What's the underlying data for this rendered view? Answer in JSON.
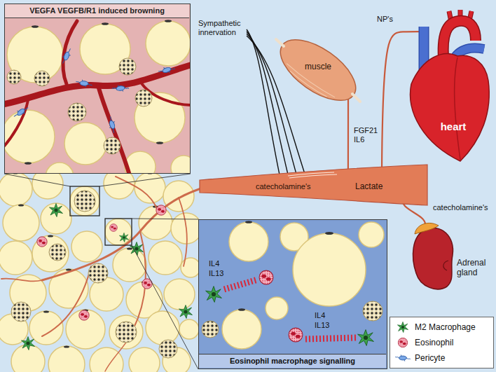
{
  "diagram": {
    "nodes": [
      {
        "text": [
          "VEGFA VEGFB/R1 induced browning"
        ]
      },
      {
        "text": [
          "muscle"
        ]
      },
      {
        "text": [
          "heart"
        ]
      },
      {
        "text": [
          "catecholamine's",
          "Lactate"
        ]
      },
      {
        "text": [
          "Adrenal gland"
        ]
      },
      {
        "text": [
          "Eosinophil macrophage signalling"
        ]
      }
    ],
    "edges": [
      {
        "from": 1,
        "to": 3,
        "label": "FGF21 IL6",
        "arrow": "none"
      },
      {
        "from": 2,
        "to": 3,
        "label": "NP's",
        "arrow": "none"
      },
      {
        "from": 4,
        "to": 3,
        "label": "catecholamine's",
        "arrow": "none"
      }
    ],
    "labels": [
      "Sympathetic innervation",
      "IL4",
      "IL13",
      "IL4",
      "IL13"
    ],
    "legend": [
      {
        "text": "M2 Macrophage"
      },
      {
        "text": "Eosinophil"
      },
      {
        "text": "Pericyte"
      }
    ]
  }
}
